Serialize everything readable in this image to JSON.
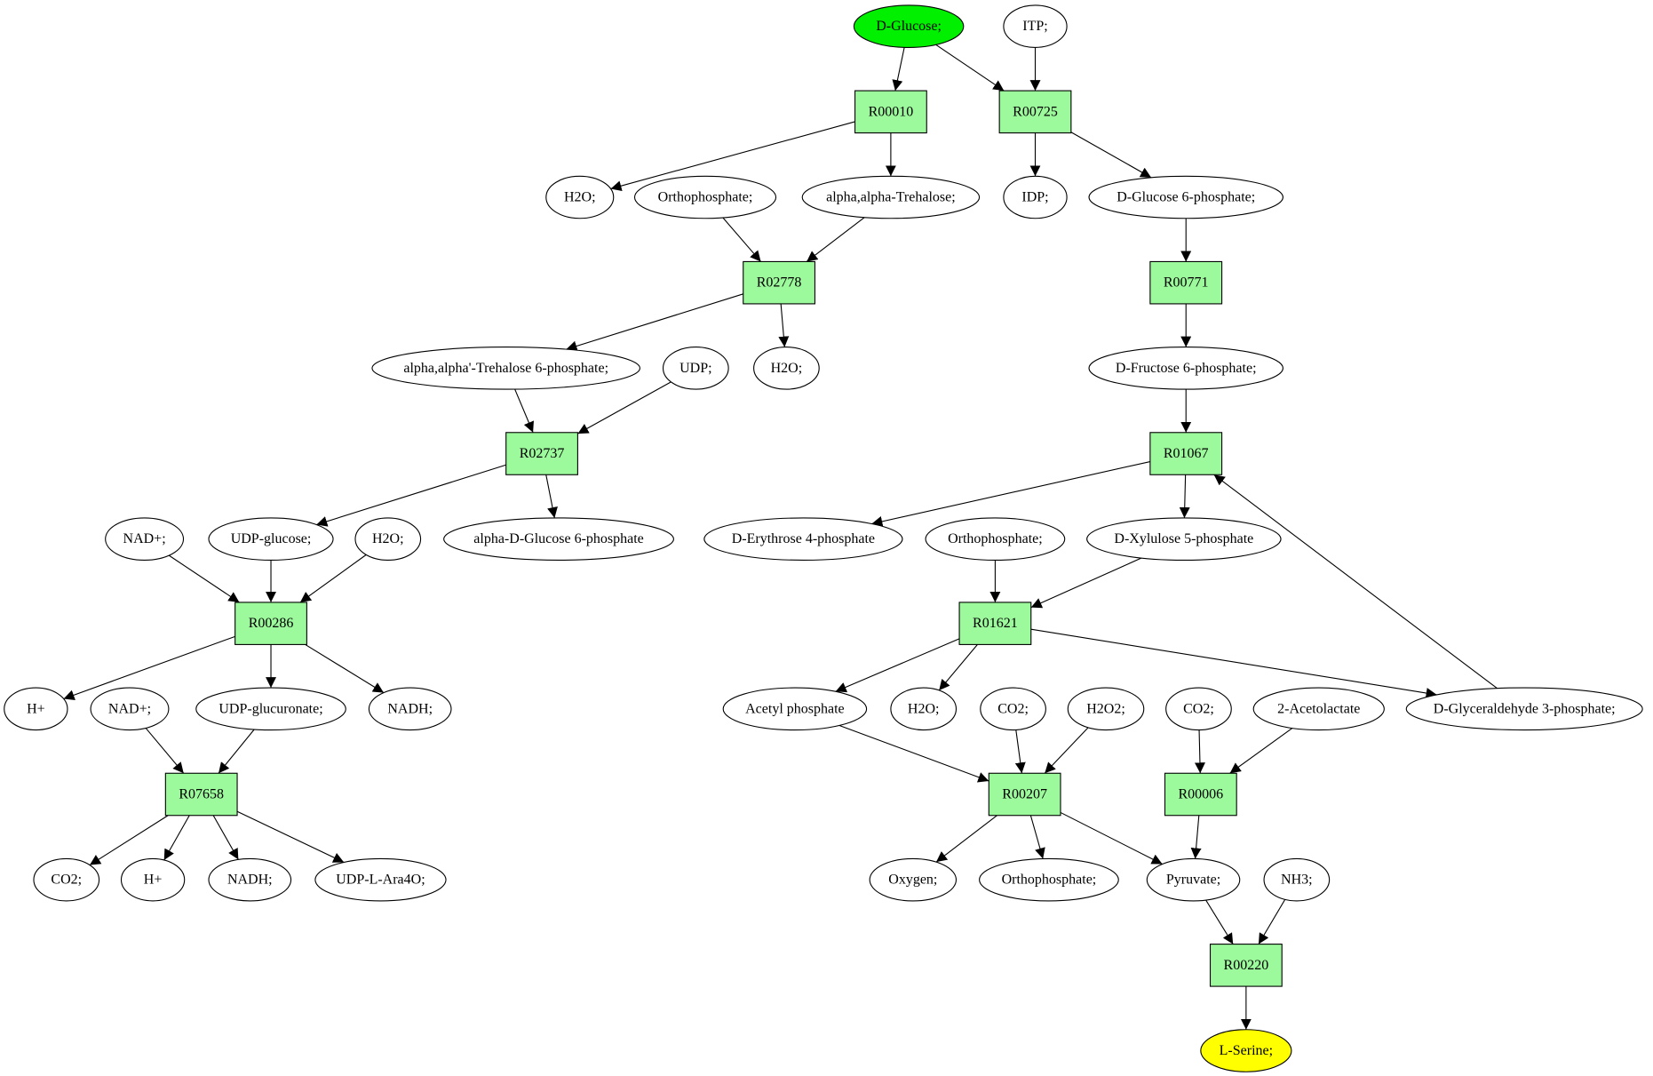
{
  "colors": {
    "reaction_fill": "#9cf99c",
    "compound_fill": "#ffffff",
    "source_fill": "#00f000",
    "target_fill": "#ffff00",
    "line": "#000000"
  },
  "nodes": [
    {
      "id": "dglucose",
      "kind": "compound",
      "role": "source",
      "label": "D-Glucose;"
    },
    {
      "id": "itp",
      "kind": "compound",
      "label": "ITP;"
    },
    {
      "id": "r00010",
      "kind": "reaction",
      "label": "R00010"
    },
    {
      "id": "r00725",
      "kind": "reaction",
      "label": "R00725"
    },
    {
      "id": "h2o_1",
      "kind": "compound",
      "label": "H2O;"
    },
    {
      "id": "orthophosphate_1",
      "kind": "compound",
      "label": "Orthophosphate;"
    },
    {
      "id": "trehalose",
      "kind": "compound",
      "label": "alpha,alpha-Trehalose;"
    },
    {
      "id": "idp",
      "kind": "compound",
      "label": "IDP;"
    },
    {
      "id": "g6p",
      "kind": "compound",
      "label": "D-Glucose 6-phosphate;"
    },
    {
      "id": "r02778",
      "kind": "reaction",
      "label": "R02778"
    },
    {
      "id": "r00771",
      "kind": "reaction",
      "label": "R00771"
    },
    {
      "id": "t6p",
      "kind": "compound",
      "label": "alpha,alpha'-Trehalose 6-phosphate;"
    },
    {
      "id": "udp",
      "kind": "compound",
      "label": "UDP;"
    },
    {
      "id": "h2o_2",
      "kind": "compound",
      "label": "H2O;"
    },
    {
      "id": "f6p",
      "kind": "compound",
      "label": "D-Fructose 6-phosphate;"
    },
    {
      "id": "r02737",
      "kind": "reaction",
      "label": "R02737"
    },
    {
      "id": "r01067",
      "kind": "reaction",
      "label": "R01067"
    },
    {
      "id": "nad_1",
      "kind": "compound",
      "label": "NAD+;"
    },
    {
      "id": "udpglucose",
      "kind": "compound",
      "label": "UDP-glucose;"
    },
    {
      "id": "h2o_3",
      "kind": "compound",
      "label": "H2O;"
    },
    {
      "id": "adg6p",
      "kind": "compound",
      "label": "alpha-D-Glucose 6-phosphate"
    },
    {
      "id": "e4p",
      "kind": "compound",
      "label": "D-Erythrose 4-phosphate"
    },
    {
      "id": "orthophosphate_2",
      "kind": "compound",
      "label": "Orthophosphate;"
    },
    {
      "id": "x5p",
      "kind": "compound",
      "label": "D-Xylulose 5-phosphate"
    },
    {
      "id": "r00286",
      "kind": "reaction",
      "label": "R00286"
    },
    {
      "id": "r01621",
      "kind": "reaction",
      "label": "R01621"
    },
    {
      "id": "hplus_1",
      "kind": "compound",
      "label": "H+"
    },
    {
      "id": "nad_2",
      "kind": "compound",
      "label": "NAD+;"
    },
    {
      "id": "udpglucuronate",
      "kind": "compound",
      "label": "UDP-glucuronate;"
    },
    {
      "id": "nadh_1",
      "kind": "compound",
      "label": "NADH;"
    },
    {
      "id": "acetylphosphate",
      "kind": "compound",
      "label": "Acetyl phosphate"
    },
    {
      "id": "h2o_4",
      "kind": "compound",
      "label": "H2O;"
    },
    {
      "id": "co2_1",
      "kind": "compound",
      "label": "CO2;"
    },
    {
      "id": "h2o2",
      "kind": "compound",
      "label": "H2O2;"
    },
    {
      "id": "co2_2",
      "kind": "compound",
      "label": "CO2;"
    },
    {
      "id": "acetolactate",
      "kind": "compound",
      "label": "2-Acetolactate"
    },
    {
      "id": "g3p",
      "kind": "compound",
      "label": "D-Glyceraldehyde 3-phosphate;"
    },
    {
      "id": "r07658",
      "kind": "reaction",
      "label": "R07658"
    },
    {
      "id": "r00207",
      "kind": "reaction",
      "label": "R00207"
    },
    {
      "id": "r00006",
      "kind": "reaction",
      "label": "R00006"
    },
    {
      "id": "co2_3",
      "kind": "compound",
      "label": "CO2;"
    },
    {
      "id": "hplus_2",
      "kind": "compound",
      "label": "H+"
    },
    {
      "id": "nadh_2",
      "kind": "compound",
      "label": "NADH;"
    },
    {
      "id": "udplara4o",
      "kind": "compound",
      "label": "UDP-L-Ara4O;"
    },
    {
      "id": "oxygen",
      "kind": "compound",
      "label": "Oxygen;"
    },
    {
      "id": "orthophosphate_3",
      "kind": "compound",
      "label": "Orthophosphate;"
    },
    {
      "id": "pyruvate",
      "kind": "compound",
      "label": "Pyruvate;"
    },
    {
      "id": "nh3",
      "kind": "compound",
      "label": "NH3;"
    },
    {
      "id": "r00220",
      "kind": "reaction",
      "label": "R00220"
    },
    {
      "id": "lserine",
      "kind": "compound",
      "role": "target",
      "label": "L-Serine;"
    }
  ],
  "edges": [
    [
      "dglucose",
      "r00010"
    ],
    [
      "dglucose",
      "r00725"
    ],
    [
      "itp",
      "r00725"
    ],
    [
      "r00010",
      "h2o_1"
    ],
    [
      "r00010",
      "trehalose"
    ],
    [
      "r00725",
      "idp"
    ],
    [
      "r00725",
      "g6p"
    ],
    [
      "orthophosphate_1",
      "r02778"
    ],
    [
      "trehalose",
      "r02778"
    ],
    [
      "g6p",
      "r00771"
    ],
    [
      "r02778",
      "t6p"
    ],
    [
      "r02778",
      "h2o_2"
    ],
    [
      "r00771",
      "f6p"
    ],
    [
      "t6p",
      "r02737"
    ],
    [
      "udp",
      "r02737"
    ],
    [
      "f6p",
      "r01067"
    ],
    [
      "r02737",
      "udpglucose"
    ],
    [
      "r02737",
      "adg6p"
    ],
    [
      "r01067",
      "e4p"
    ],
    [
      "r01067",
      "x5p"
    ],
    [
      "nad_1",
      "r00286"
    ],
    [
      "udpglucose",
      "r00286"
    ],
    [
      "h2o_3",
      "r00286"
    ],
    [
      "orthophosphate_2",
      "r01621"
    ],
    [
      "x5p",
      "r01621"
    ],
    [
      "r00286",
      "hplus_1"
    ],
    [
      "r00286",
      "udpglucuronate"
    ],
    [
      "r00286",
      "nadh_1"
    ],
    [
      "r01621",
      "acetylphosphate"
    ],
    [
      "r01621",
      "h2o_4"
    ],
    [
      "r01621",
      "g3p"
    ],
    [
      "g3p",
      "r01067"
    ],
    [
      "nad_2",
      "r07658"
    ],
    [
      "udpglucuronate",
      "r07658"
    ],
    [
      "acetylphosphate",
      "r00207"
    ],
    [
      "co2_1",
      "r00207"
    ],
    [
      "h2o2",
      "r00207"
    ],
    [
      "co2_2",
      "r00006"
    ],
    [
      "acetolactate",
      "r00006"
    ],
    [
      "r07658",
      "co2_3"
    ],
    [
      "r07658",
      "hplus_2"
    ],
    [
      "r07658",
      "nadh_2"
    ],
    [
      "r07658",
      "udplara4o"
    ],
    [
      "r00207",
      "oxygen"
    ],
    [
      "r00207",
      "orthophosphate_3"
    ],
    [
      "r00207",
      "pyruvate"
    ],
    [
      "r00006",
      "pyruvate"
    ],
    [
      "pyruvate",
      "r00220"
    ],
    [
      "nh3",
      "r00220"
    ],
    [
      "r00220",
      "lserine"
    ]
  ]
}
